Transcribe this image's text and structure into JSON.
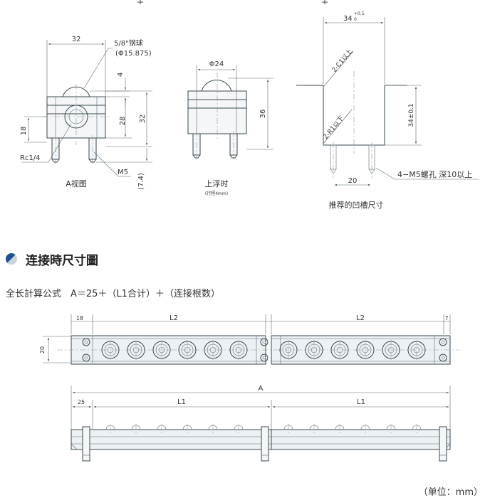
{
  "view_a": {
    "dim_top": "32",
    "ball_label": "5/8\"钢球",
    "ball_dia": "(Φ15.875)",
    "dim_4": "4",
    "dim_28": "28",
    "dim_32": "32",
    "dim_18": "18",
    "rc_label": "Rc1/4",
    "m5_label": "M5",
    "dim_74": "(7.4)",
    "caption": "A视图"
  },
  "float_view": {
    "dim_dia": "Φ24",
    "dim_36": "36",
    "caption": "上浮时",
    "subcaption": "(行程4mm)"
  },
  "groove_view": {
    "dim_width": "34",
    "dim_width_tol": "+0.5",
    "dim_width_tol2": "0",
    "chamfer1": "2-C1以上",
    "chamfer2": "2-R1以下",
    "dim_height": "34±0.1",
    "dim_20": "20",
    "screw_label": "4−M5螺孔 深10以上",
    "caption": "推荐的凹槽尺寸"
  },
  "section": {
    "title": "连接時尺寸圖",
    "formula": "全长計算公式　A＝25＋（L1合计）＋（连接根数）"
  },
  "top_view": {
    "dim_18": "18",
    "dim_L2a": "L2",
    "dim_L2b": "L2",
    "dim_7": "7",
    "dim_20": "20"
  },
  "front_view": {
    "dim_A": "A",
    "dim_25": "25",
    "dim_L1a": "L1",
    "dim_L1b": "L1"
  },
  "unit_note": "（单位：mm）",
  "colors": {
    "line": "#3a4a52",
    "accent_blue": "#1f4f8c"
  }
}
